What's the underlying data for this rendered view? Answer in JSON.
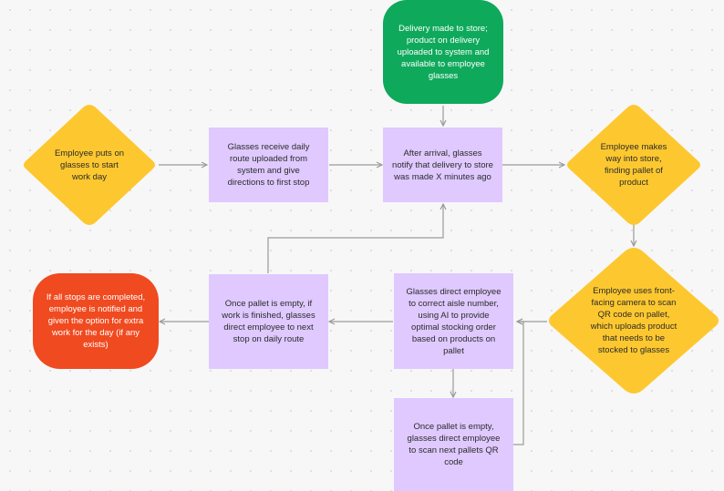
{
  "flowchart": {
    "nodes": {
      "delivery_made": "Delivery made to store; product on delivery uploaded to system and available to employee glasses",
      "employee_puts_on_glasses": "Employee puts on glasses to start work day",
      "glasses_receive_route": "Glasses receive daily route uploaded from system and give directions to first stop",
      "after_arrival_notify": "After arrival, glasses notify that delivery to store was made X minutes ago",
      "employee_makes_way": "Employee makes way into store, finding pallet of product",
      "employee_scans_qr": "Employee uses front-facing camera to scan QR code on pallet, which uploads product that needs to be stocked to glasses",
      "glasses_direct_aisle": "Glasses direct employee to correct aisle number, using AI to provide optimal stocking order based on products on pallet",
      "pallet_empty_next_qr": "Once pallet is empty, glasses direct employee to scan next pallets QR code",
      "pallet_empty_next_stop": "Once pallet is empty, if work is finished, glasses direct employee to next stop on daily route",
      "all_stops_completed": "If all stops are completed, employee is notified and given the option for extra work for the day (if any exists)"
    },
    "colors": {
      "start": "#0fa95b",
      "end": "#f04a20",
      "decision": "#fdc82f",
      "process": "#dfc9ff",
      "connector": "#9a9a9a"
    }
  }
}
